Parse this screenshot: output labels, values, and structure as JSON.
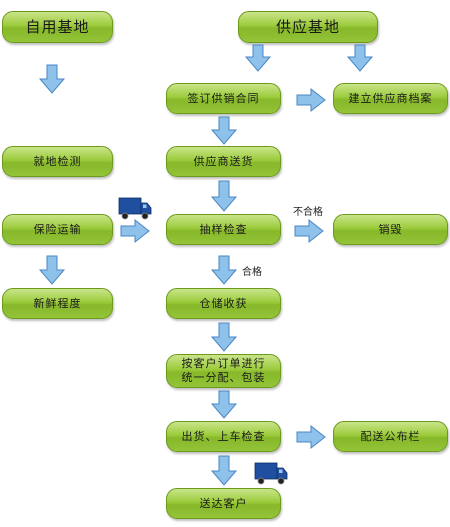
{
  "colors": {
    "box_top": "#c9e58a",
    "box_bottom": "#86b82a",
    "box_border": "#6d9a1c",
    "arrow_fill": "#8fc2ea",
    "arrow_edge": "#4a86c5",
    "truck_body": "#1f4f9e"
  },
  "nodes": {
    "self_base": "自用基地",
    "supply_base": "供应基地",
    "sign_contract": "签订供销合同",
    "supplier_archive": "建立供应商档案",
    "onsite_test": "就地检测",
    "supplier_delivery": "供应商送货",
    "insured_transport": "保险运输",
    "sampling_check": "抽样检查",
    "destroy": "销毁",
    "freshness": "新鲜程度",
    "warehouse_receive": "仓储收获",
    "distribute_pack": "按客户订单进行\n统一分配、包装",
    "ship_check": "出货、上车检查",
    "bulletin": "配送公布栏",
    "deliver_customer": "送达客户"
  },
  "labels": {
    "unqualified": "不合格",
    "qualified": "合格"
  },
  "icons": [
    "down-arrow-icon",
    "right-arrow-icon",
    "truck-icon"
  ]
}
